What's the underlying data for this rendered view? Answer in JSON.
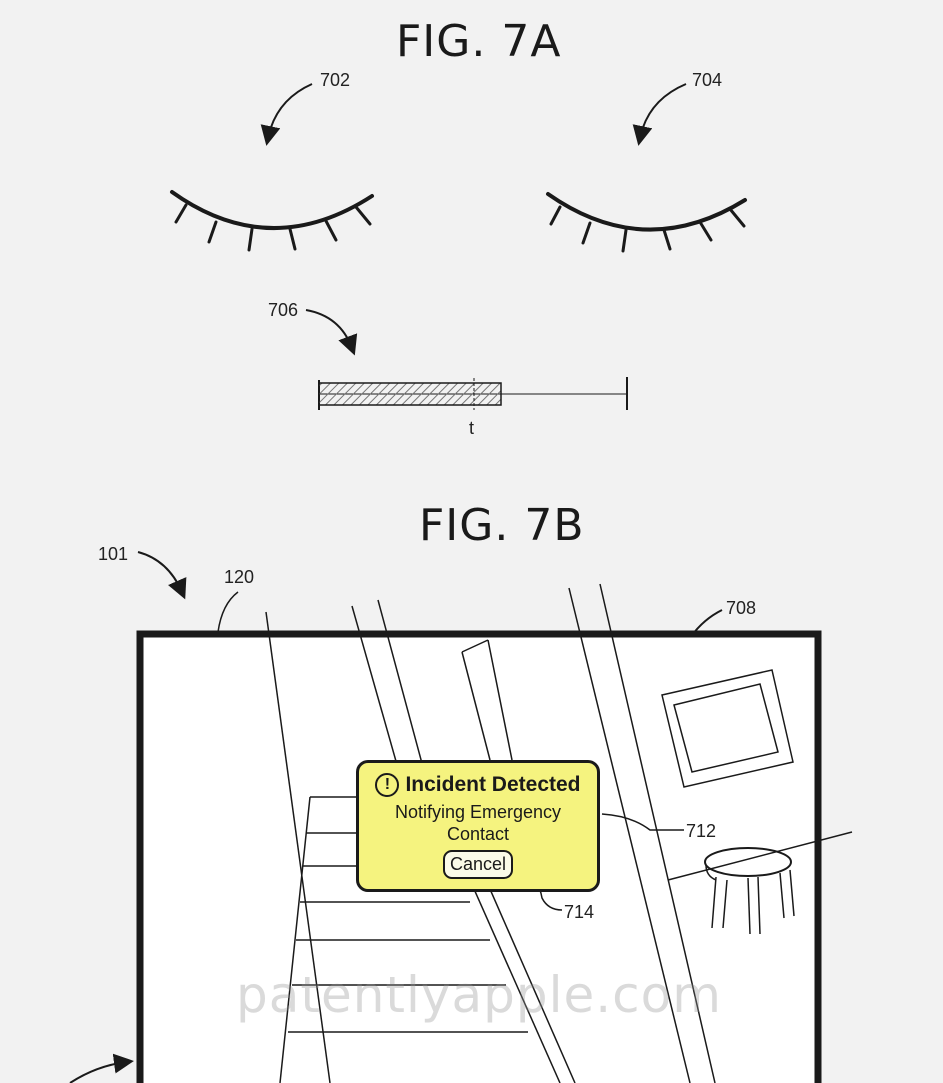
{
  "fig_a": {
    "title": "FIG. 7A"
  },
  "fig_b": {
    "title": "FIG. 7B"
  },
  "refs": {
    "r702": "702",
    "r704": "704",
    "r706": "706",
    "r101": "101",
    "r120": "120",
    "r708": "708",
    "r712": "712",
    "r714": "714"
  },
  "timeline": {
    "marker_label": "t",
    "fill_fraction": 0.59
  },
  "notification": {
    "icon": "exclamation-circle-icon",
    "title": "Incident Detected",
    "message": "Notifying Emergency Contact",
    "cancel_label": "Cancel",
    "background_color": "#f5f37f"
  },
  "watermark": "patentlyapple.com"
}
